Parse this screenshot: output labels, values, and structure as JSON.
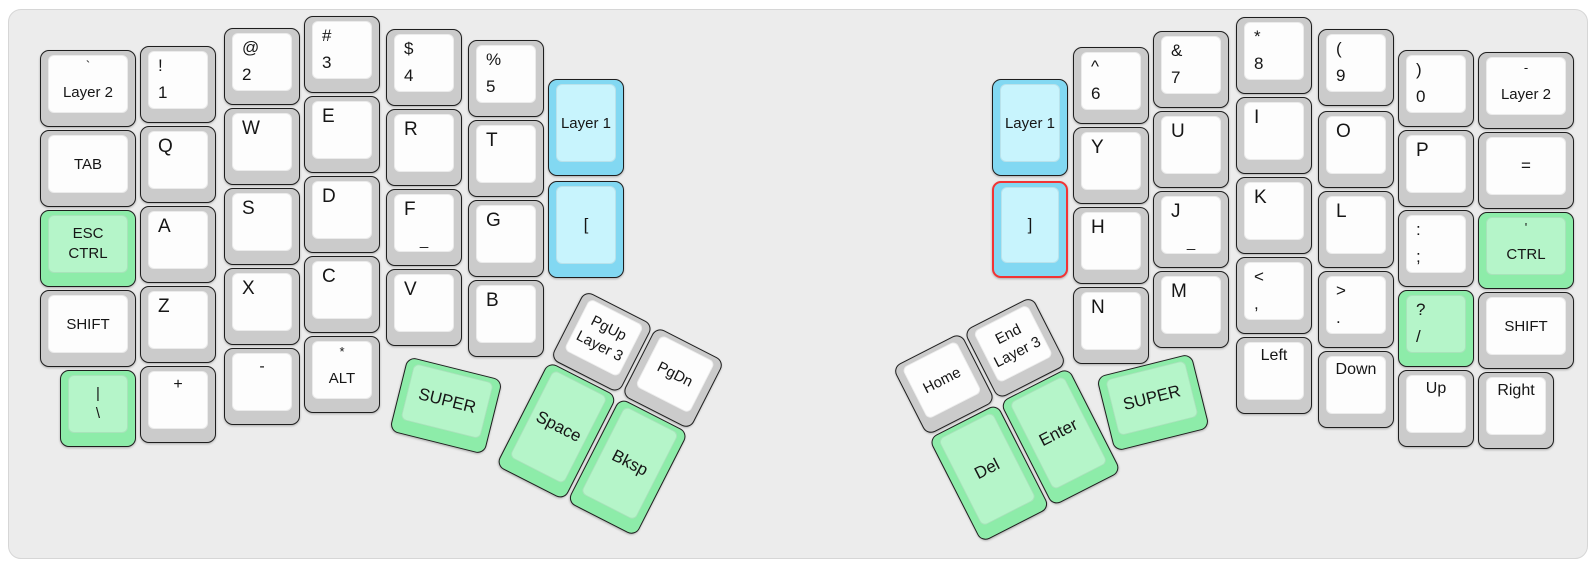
{
  "board": {
    "type": "split-ergonomic-keyboard-layout",
    "selected_key": "]"
  },
  "palette": {
    "page_bg": "#ffffff",
    "board_bg": "#ececec",
    "board_border": "#d6d6d6",
    "key_border": "#1e1e1e",
    "white_key_base": "#cbcbcb",
    "white_key_cap": "#fdfdfd",
    "green_key_base": "#8deca9",
    "green_key_cap": "#b5f5c9",
    "blue_key_base": "#82d8f2",
    "blue_key_cap": "#c8f4fd",
    "selected_key_border": "#f23434",
    "label_text": "#161616"
  },
  "keys": [
    {
      "name": "backtick-layer2",
      "l1": "`",
      "l2": "Layer 2",
      "color": "white"
    },
    {
      "name": "tab",
      "l1": "TAB",
      "color": "white"
    },
    {
      "name": "esc-ctrl",
      "l1": "ESC",
      "l2": "CTRL",
      "color": "green"
    },
    {
      "name": "shift-left",
      "l1": "SHIFT",
      "color": "white"
    },
    {
      "name": "pipe-backslash",
      "l1": "|",
      "l2": "\\",
      "color": "green"
    },
    {
      "name": "exclam-1",
      "l1": "!",
      "l2": "1",
      "color": "white"
    },
    {
      "name": "q",
      "l1": "Q",
      "color": "white"
    },
    {
      "name": "a",
      "l1": "A",
      "color": "white"
    },
    {
      "name": "z",
      "l1": "Z",
      "color": "white"
    },
    {
      "name": "plus",
      "l1": "+",
      "color": "white"
    },
    {
      "name": "at-2",
      "l1": "@",
      "l2": "2",
      "color": "white"
    },
    {
      "name": "w",
      "l1": "W",
      "color": "white"
    },
    {
      "name": "s",
      "l1": "S",
      "color": "white"
    },
    {
      "name": "x",
      "l1": "X",
      "color": "white"
    },
    {
      "name": "minus",
      "l1": "-",
      "color": "white"
    },
    {
      "name": "hash-3",
      "l1": "#",
      "l2": "3",
      "color": "white"
    },
    {
      "name": "e",
      "l1": "E",
      "color": "white"
    },
    {
      "name": "d",
      "l1": "D",
      "color": "white"
    },
    {
      "name": "c",
      "l1": "C",
      "color": "white"
    },
    {
      "name": "star-alt",
      "l1": "*",
      "l2": "ALT",
      "color": "white"
    },
    {
      "name": "dollar-4",
      "l1": "$",
      "l2": "4",
      "color": "white"
    },
    {
      "name": "r",
      "l1": "R",
      "color": "white"
    },
    {
      "name": "f",
      "l1": "F",
      "homing": "_",
      "color": "white"
    },
    {
      "name": "v",
      "l1": "V",
      "color": "white"
    },
    {
      "name": "percent-5",
      "l1": "%",
      "l2": "5",
      "color": "white"
    },
    {
      "name": "t",
      "l1": "T",
      "color": "white"
    },
    {
      "name": "g",
      "l1": "G",
      "color": "white"
    },
    {
      "name": "b",
      "l1": "B",
      "color": "white"
    },
    {
      "name": "layer1-left",
      "l1": "Layer 1",
      "color": "blue"
    },
    {
      "name": "left-bracket",
      "l1": "[",
      "color": "blue"
    },
    {
      "name": "super-left",
      "l1": "SUPER",
      "color": "green"
    },
    {
      "name": "pgup-layer3",
      "l1": "PgUp",
      "l2": "Layer 3",
      "color": "white"
    },
    {
      "name": "pgdn",
      "l1": "PgDn",
      "color": "white"
    },
    {
      "name": "space",
      "l1": "Space",
      "color": "green"
    },
    {
      "name": "bksp",
      "l1": "Bksp",
      "color": "green"
    },
    {
      "name": "layer1-right",
      "l1": "Layer 1",
      "color": "blue"
    },
    {
      "name": "right-bracket",
      "l1": "]",
      "color": "blue",
      "selected": true
    },
    {
      "name": "caret-6",
      "l1": "^",
      "l2": "6",
      "color": "white"
    },
    {
      "name": "y",
      "l1": "Y",
      "color": "white"
    },
    {
      "name": "h",
      "l1": "H",
      "color": "white"
    },
    {
      "name": "n",
      "l1": "N",
      "color": "white"
    },
    {
      "name": "amp-7",
      "l1": "&",
      "l2": "7",
      "color": "white"
    },
    {
      "name": "u",
      "l1": "U",
      "color": "white"
    },
    {
      "name": "j",
      "l1": "J",
      "homing": "_",
      "color": "white"
    },
    {
      "name": "m",
      "l1": "M",
      "color": "white"
    },
    {
      "name": "asterisk-8",
      "l1": "*",
      "l2": "8",
      "color": "white"
    },
    {
      "name": "i",
      "l1": "I",
      "color": "white"
    },
    {
      "name": "k",
      "l1": "K",
      "color": "white"
    },
    {
      "name": "less-comma",
      "l1": "<",
      "l2": ",",
      "color": "white"
    },
    {
      "name": "arrow-left",
      "l1": "Left",
      "color": "white"
    },
    {
      "name": "lparen-9",
      "l1": "(",
      "l2": "9",
      "color": "white"
    },
    {
      "name": "o",
      "l1": "O",
      "color": "white"
    },
    {
      "name": "l",
      "l1": "L",
      "color": "white"
    },
    {
      "name": "greater-period",
      "l1": ">",
      "l2": ".",
      "color": "white"
    },
    {
      "name": "arrow-down",
      "l1": "Down",
      "color": "white"
    },
    {
      "name": "rparen-0",
      "l1": ")",
      "l2": "0",
      "color": "white"
    },
    {
      "name": "p",
      "l1": "P",
      "color": "white"
    },
    {
      "name": "colon-semicolon",
      "l1": ":",
      "l2": ";",
      "color": "white"
    },
    {
      "name": "question-slash",
      "l1": "?",
      "l2": "/",
      "color": "green"
    },
    {
      "name": "arrow-up",
      "l1": "Up",
      "color": "white"
    },
    {
      "name": "dash-layer2",
      "l1": "-",
      "l2": "Layer 2",
      "color": "white"
    },
    {
      "name": "equals",
      "l1": "=",
      "color": "white"
    },
    {
      "name": "quote-ctrl",
      "l1": "'",
      "l2": "CTRL",
      "color": "green"
    },
    {
      "name": "shift-right",
      "l1": "SHIFT",
      "color": "white"
    },
    {
      "name": "arrow-right",
      "l1": "Right",
      "color": "white"
    },
    {
      "name": "super-right",
      "l1": "SUPER",
      "color": "green"
    },
    {
      "name": "home",
      "l1": "Home",
      "color": "white"
    },
    {
      "name": "end-layer3",
      "l1": "End",
      "l2": "Layer 3",
      "color": "white"
    },
    {
      "name": "del",
      "l1": "Del",
      "color": "green"
    },
    {
      "name": "enter",
      "l1": "Enter",
      "color": "green"
    }
  ]
}
